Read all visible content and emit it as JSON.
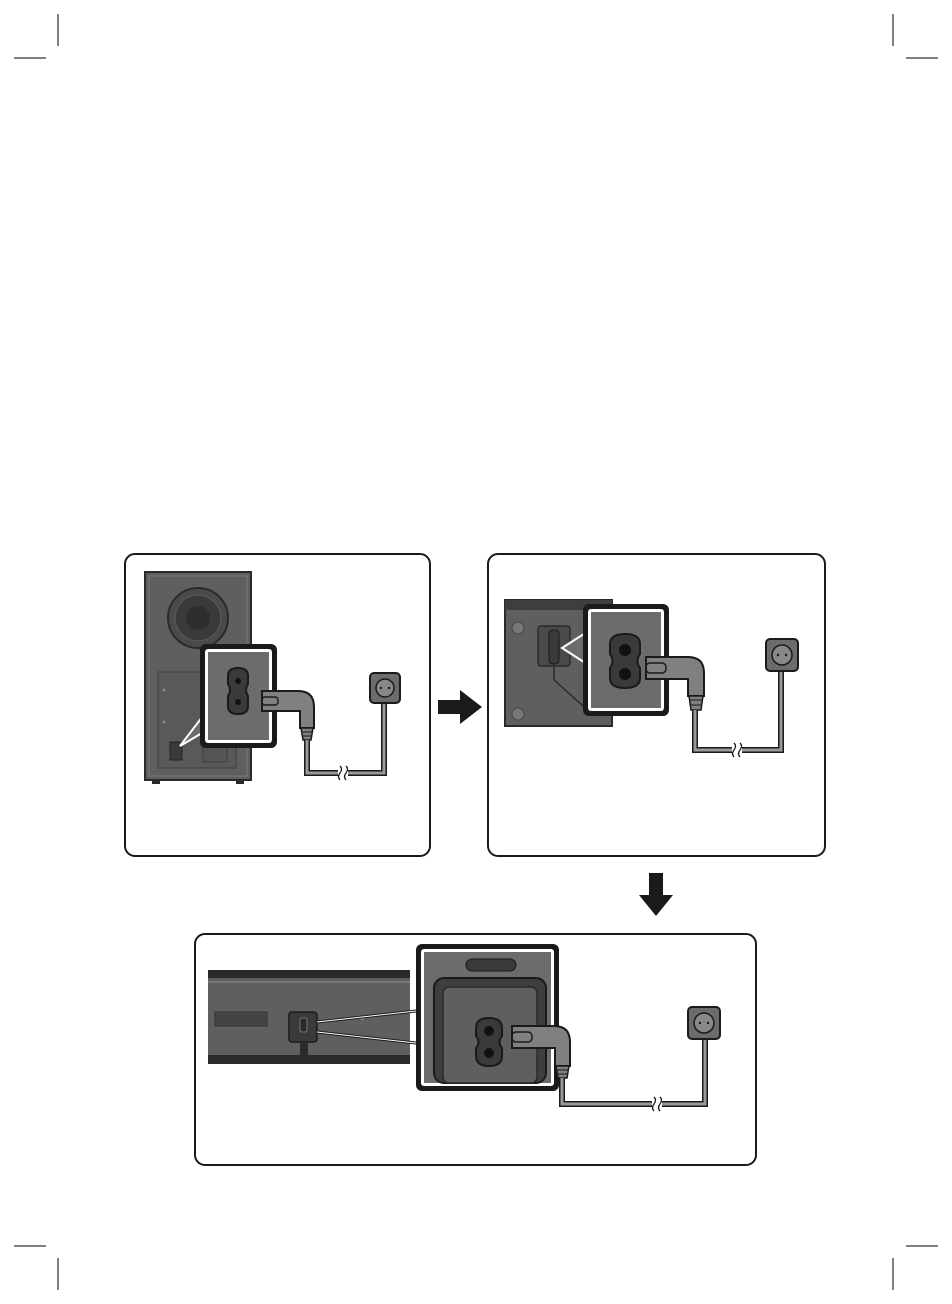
{
  "document": {
    "type": "installation-diagram",
    "subject": "power-cable-connection",
    "text": []
  },
  "panels": [
    {
      "id": "panel-subwoofer",
      "device": "subwoofer-rear",
      "icons": [
        "subwoofer-icon",
        "power-plug-icon",
        "power-cord-icon",
        "wall-outlet-icon"
      ]
    },
    {
      "id": "panel-subwoofer-detail",
      "device": "subwoofer-power-port",
      "icons": [
        "power-port-icon",
        "power-plug-icon",
        "power-cord-icon",
        "wall-outlet-icon"
      ]
    },
    {
      "id": "panel-soundbar",
      "device": "soundbar-rear",
      "icons": [
        "soundbar-icon",
        "power-plug-icon",
        "power-cord-icon",
        "wall-outlet-icon"
      ]
    }
  ],
  "arrows": [
    {
      "id": "arrow-right",
      "direction": "right"
    },
    {
      "id": "arrow-down",
      "direction": "down"
    }
  ],
  "colors": {
    "device_body": "#5f5f5f",
    "device_dark": "#3e3e3e",
    "callout_bg": "#6c6c6c",
    "plug": "#808080",
    "cable": "#999999",
    "outline": "#1a1a1a",
    "panel_border": "#1a1a1a"
  }
}
